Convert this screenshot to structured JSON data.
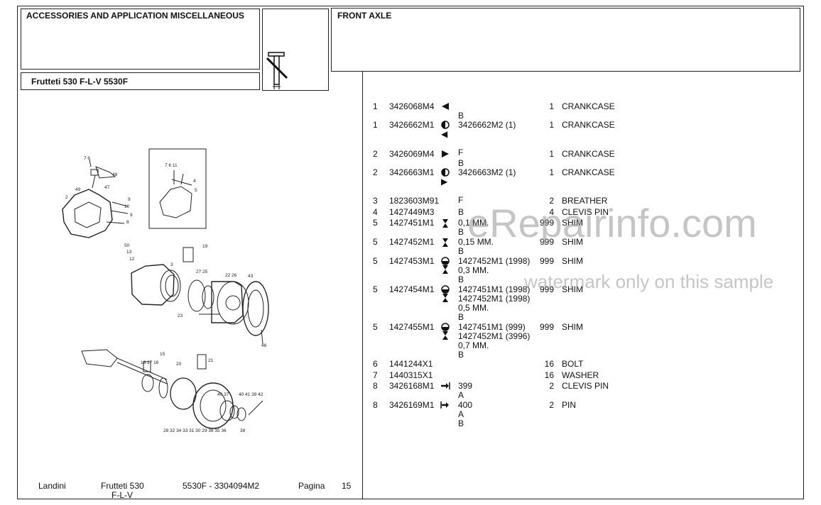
{
  "header": {
    "section_title": "ACCESSORIES AND APPLICATION MISCELLANEOUS",
    "model": "Frutteti 530 F-L-V  5530F",
    "group_title": "FRONT AXLE",
    "icon": "axle-shaft-icon"
  },
  "parts": [
    {
      "item": "1",
      "part": "3426068M4",
      "symbol": "triangle-left",
      "note": "",
      "qty": "1",
      "desc": "CRANKCASE",
      "subs": [
        "B"
      ]
    },
    {
      "item": "1",
      "part": "3426662M1",
      "symbol": "half-circle",
      "note": "3426662M2  (1)",
      "qty": "1",
      "desc": "CRANKCASE",
      "subs": [
        "◀",
        "",
        "F"
      ]
    },
    {
      "item": "2",
      "part": "3426069M4",
      "symbol": "triangle-right",
      "note": "",
      "qty": "1",
      "desc": "CRANKCASE",
      "subs": [
        "B"
      ]
    },
    {
      "item": "2",
      "part": "3426663M1",
      "symbol": "half-circle",
      "note": "3426663M2  (1)",
      "qty": "1",
      "desc": "CRANKCASE",
      "subs": [
        "▶",
        "",
        "F"
      ]
    },
    {
      "item": "3",
      "part": "1823603M91",
      "symbol": "",
      "note": "",
      "qty": "2",
      "desc": "BREATHER",
      "subs": []
    },
    {
      "item": "4",
      "part": "1427449M3",
      "symbol": "",
      "note": "B",
      "qty": "4",
      "desc": "CLEVIS PIN",
      "subs": []
    },
    {
      "item": "5",
      "part": "1427451M1",
      "symbol": "hourglass",
      "note": "0,1 MM.",
      "qty": "999",
      "desc": "SHIM",
      "subs": [
        "B"
      ]
    },
    {
      "item": "5",
      "part": "1427452M1",
      "symbol": "hourglass",
      "note": "0,15 MM.",
      "qty": "999",
      "desc": "SHIM",
      "subs": [
        "B"
      ]
    },
    {
      "item": "5",
      "part": "1427453M1",
      "symbol": "circle-hourglass",
      "note": "1427452M1  (1998)",
      "qty": "999",
      "desc": "SHIM",
      "subs": [
        "0,3 MM.",
        "B"
      ]
    },
    {
      "item": "5",
      "part": "1427454M1",
      "symbol": "circle-hourglass",
      "note": "1427451M1  (1998)",
      "qty": "999",
      "desc": "SHIM",
      "subs": [
        "1427452M1  (1998)",
        "0,5 MM.",
        "B"
      ]
    },
    {
      "item": "5",
      "part": "1427455M1",
      "symbol": "circle-hourglass",
      "note": "1427451M1  (999)",
      "qty": "999",
      "desc": "SHIM",
      "subs": [
        " 1427452M1  (3996)",
        "0,7 MM.",
        "B"
      ]
    },
    {
      "item": "6",
      "part": "1441244X1",
      "symbol": "",
      "note": "",
      "qty": "16",
      "desc": "BOLT",
      "subs": []
    },
    {
      "item": "7",
      "part": "1440315X1",
      "symbol": "",
      "note": "",
      "qty": "16",
      "desc": "WASHER",
      "subs": []
    },
    {
      "item": "8",
      "part": "3426168M1",
      "symbol": "arrow-bar-right",
      "note": "399",
      "qty": "2",
      "desc": "CLEVIS PIN",
      "subs": [
        "A"
      ]
    },
    {
      "item": "8",
      "part": "3426169M1",
      "symbol": "bar-arrow-right",
      "note": "400",
      "qty": "2",
      "desc": "PIN",
      "subs": [
        "A",
        "B"
      ]
    }
  ],
  "footer": {
    "brand": "Landini",
    "model_line1": "Frutteti 530",
    "model_line2": "F-L-V",
    "code": "5530F - 3304094M2",
    "page_label": "Pagina",
    "page_number": "15"
  },
  "watermark": {
    "main": "eRepairinfo.com",
    "sub": "watermark only on this sample"
  },
  "diagram": {
    "labels": [
      "7",
      "6",
      "48",
      "49",
      "47",
      "2",
      "9",
      "10",
      "9",
      "8",
      "7",
      "6",
      "11",
      "4",
      "5",
      "50",
      "13",
      "12",
      "19",
      "3",
      "27",
      "25",
      "22",
      "26",
      "43",
      "23",
      "46",
      "15",
      "18",
      "17",
      "16",
      "20",
      "21",
      "40",
      "37",
      "40",
      "41",
      "39",
      "42",
      "28",
      "32",
      "34",
      "33",
      "31",
      "30",
      "29",
      "36",
      "35",
      "38"
    ]
  }
}
